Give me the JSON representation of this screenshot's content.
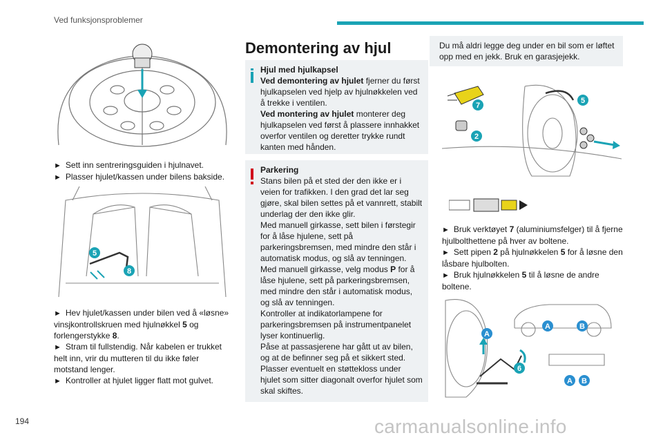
{
  "header": {
    "section": "Ved funksjonsproblemer"
  },
  "page_number": "194",
  "watermark": "carmanualsonline.info",
  "col1": {
    "bullets_a": [
      "Sett inn sentreringsguiden i hjulnavet.",
      "Plasser hjulet/kassen under bilens bakside."
    ],
    "p1": {
      "pre": "Hev hjulet/kassen under bilen ved å «løsne» vinsjkontrollskruen med hjulnøkkel ",
      "num1": "5",
      "mid": " og forlengerstykke ",
      "num2": "8",
      "post": "."
    },
    "p2": "Stram til fullstendig. Når kabelen er trukket helt inn, vrir du mutteren til du ikke føler motstand lenger.",
    "p3": "Kontroller at hjulet ligger flatt mot gulvet.",
    "fig2_labels": [
      "5",
      "8"
    ]
  },
  "col2": {
    "title": "Demontering av hjul",
    "info": {
      "heading": "Hjul med hjulkapsel",
      "l1_bold": "Ved demontering av hjulet",
      "l1": " fjerner du først hjulkapselen ved hjelp av hjulnøkkelen ved å trekke i ventilen.",
      "l2_bold": "Ved montering av hjulet",
      "l2": " monterer deg hjulkapselen ved først å plassere innhakket overfor ventilen og deretter trykke rundt kanten med hånden."
    },
    "warn": {
      "heading": "Parkering",
      "p1": "Stans bilen på et sted der den ikke er i veien for trafikken. I den grad det lar seg gjøre, skal bilen settes på et vannrett, stabilt underlag der den ikke glir.",
      "p2": "Med manuell girkasse, sett bilen i førstegir for å låse hjulene, sett på parkeringsbremsen, med mindre den står i automatisk modus, og slå av tenningen.",
      "p3_pre": "Med manuell girkasse, velg modus ",
      "p3_bold": "P",
      "p3_post": " for å låse hjulene, sett på parkeringsbremsen, med mindre den står i automatisk modus, og slå av tenningen.",
      "p4": "Kontroller at indikatorlampene for parkeringsbremsen på instrumentpanelet lyser kontinuerlig.",
      "p5": "Påse at passasjerene har gått ut av bilen, og at de befinner seg på et sikkert sted.",
      "p6": "Plasser eventuelt en støttekloss under hjulet som sitter diagonalt overfor hjulet som skal skiftes."
    }
  },
  "col3": {
    "notice": "Du må aldri legge deg under en bil som er løftet opp med en jekk. Bruk en garasjejekk.",
    "b1": {
      "pre": "Bruk verktøyet ",
      "num": "7",
      "post": " (aluminiumsfelger) til å fjerne hjulbolthettene på hver av boltene."
    },
    "b2": {
      "pre": "Sett pipen ",
      "num1": "2",
      "mid": " på hjulnøkkelen ",
      "num2": "5",
      "post": " for å løsne den låsbare hjulbolten."
    },
    "b3": {
      "pre": "Bruk hjulnøkkelen ",
      "num": "5",
      "post": " til å løsne de andre boltene."
    },
    "fig_labels": {
      "seven": "7",
      "two": "2",
      "five": "5",
      "six": "6",
      "a": "A",
      "b": "B"
    }
  },
  "colors": {
    "accent": "#1aa3b5",
    "warning": "#d0021b",
    "box_bg": "#eef1f3",
    "badge_blue": "#2a8fd0"
  }
}
